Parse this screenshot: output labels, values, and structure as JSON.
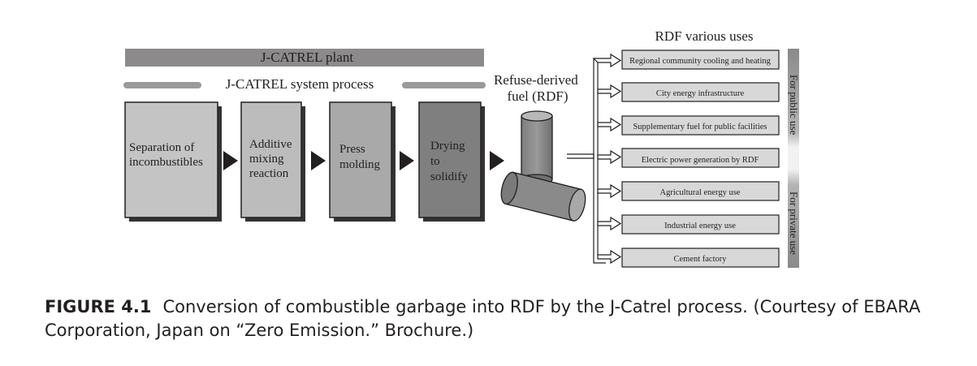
{
  "plant": {
    "title": "J-CATREL plant"
  },
  "system": {
    "title": "J-CATREL system process"
  },
  "steps": [
    {
      "lines": [
        "Separation of",
        "incombustibles"
      ],
      "fill": "#c4c4c4"
    },
    {
      "lines": [
        "Additive",
        "mixing",
        "reaction"
      ],
      "fill": "#bcbcbc"
    },
    {
      "lines": [
        "Press",
        "molding"
      ],
      "fill": "#a9a9a9"
    },
    {
      "lines": [
        "Drying",
        "to",
        "solidify"
      ],
      "fill": "#7e7f7e"
    }
  ],
  "rdf": {
    "label_line1": "Refuse-derived",
    "label_line2": "fuel (RDF)"
  },
  "uses": {
    "title": "RDF various uses",
    "items": [
      "Regional community cooling and heating",
      "City energy infrastructure",
      "Supplementary fuel for public facilities",
      "Electric power generation by RDF",
      "Agricultural energy use",
      "Industrial energy use",
      "Cement factory"
    ],
    "public_label": "For public use",
    "private_label": "For private use"
  },
  "caption": {
    "label": "FIGURE 4.1",
    "text": "Conversion of combustible garbage into RDF by the J-Catrel process. (Courtesy of EBARA Corporation, Japan on “Zero Emission.” Brochure.)"
  },
  "colors": {
    "dark_text": "#231f20",
    "plant_bar": "#8c8a8a",
    "system_bar": "#9a9a9a",
    "use_box": "#d8d8d8",
    "side_bar": "#8a8a8a"
  }
}
